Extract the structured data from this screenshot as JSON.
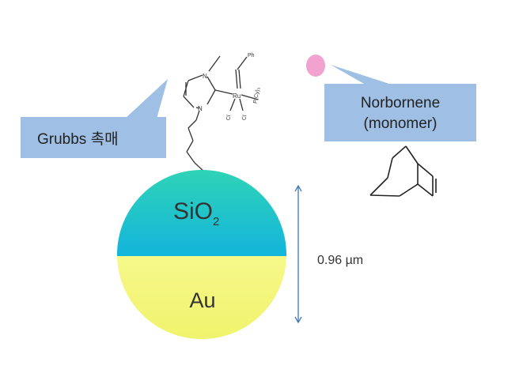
{
  "callouts": {
    "catalyst": {
      "label": "Grubbs 촉매"
    },
    "monomer": {
      "line1": "Norbornene",
      "line2": "(monomer)"
    }
  },
  "particle": {
    "top_label": "SiO",
    "top_subscript": "2",
    "bottom_label": "Au",
    "top_color": "#19c6c8",
    "bottom_color": "#f3f77a"
  },
  "dimension": {
    "label": "0.96 µm"
  },
  "catalyst_atoms": {
    "ruthenium": "Ru",
    "nitrogen_top": "N",
    "nitrogen_bottom": "N",
    "chloride_1": "Cl",
    "chloride_2": "Cl",
    "phosphine": "P(Cy)₃",
    "phenyl": "Ph"
  },
  "colors": {
    "callout_fill": "#9fc0e4",
    "monomer_dot": "#f2a2cf",
    "arrow": "#3c78b6"
  }
}
